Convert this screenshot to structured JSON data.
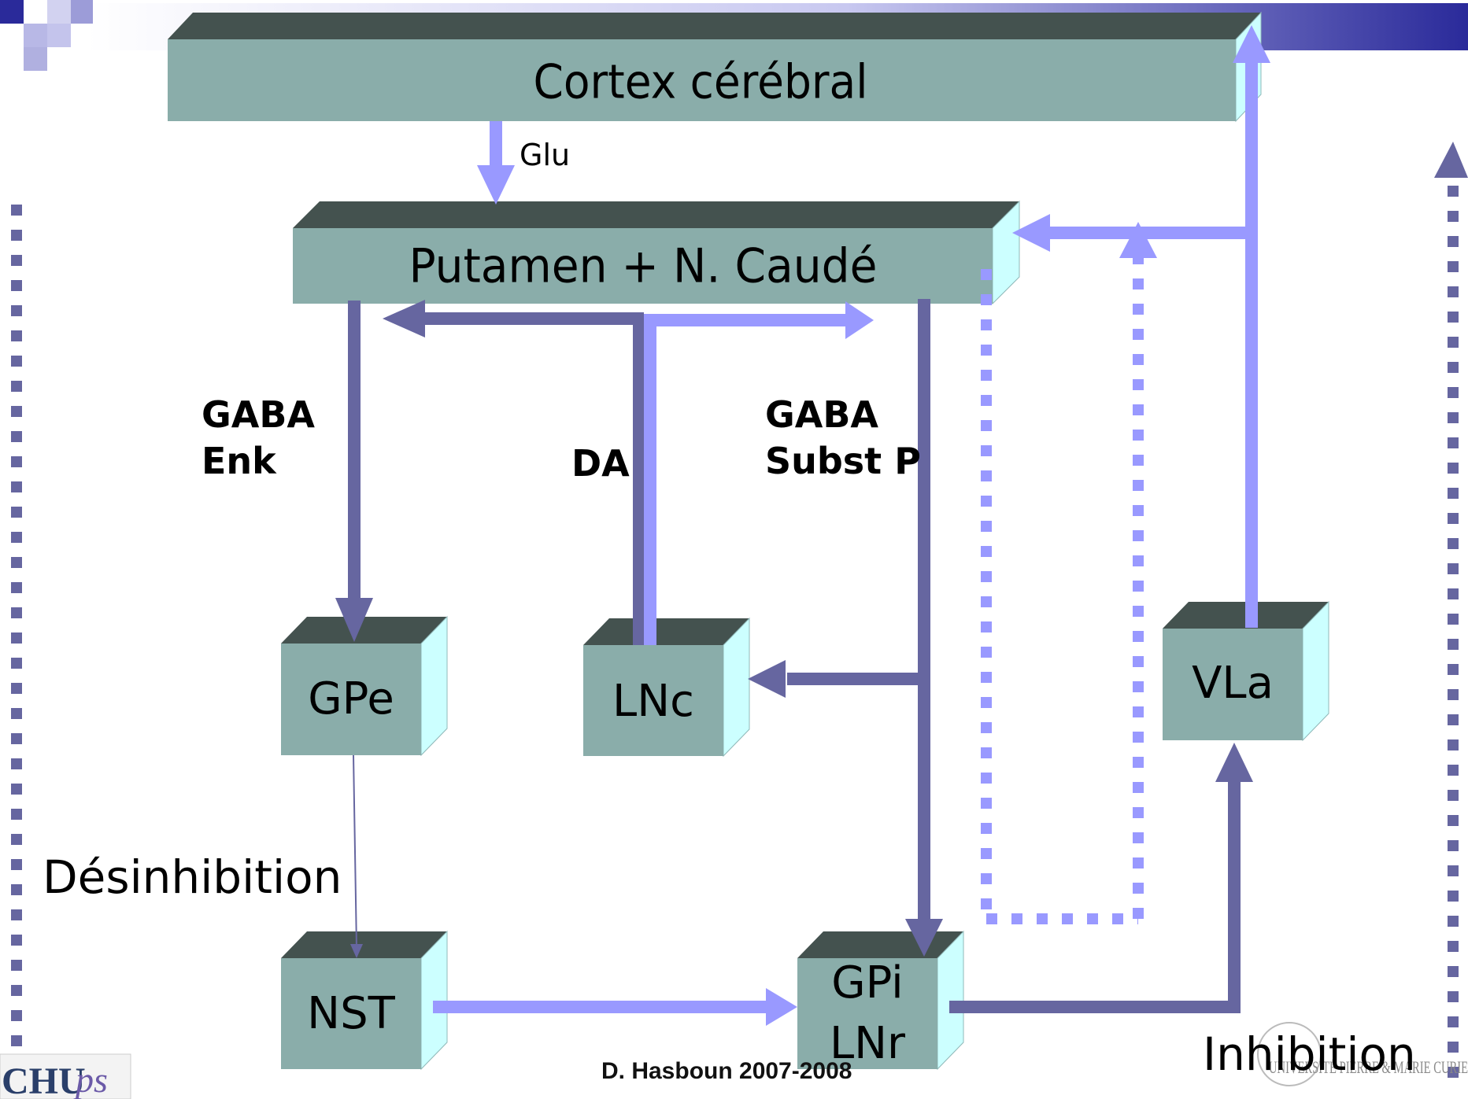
{
  "boxes": {
    "cortex": "Cortex cérébral",
    "striatum": "Putamen + N. Caudé",
    "gpe": "GPe",
    "lnc": "LNc",
    "vla": "VLa",
    "nst": "NST",
    "gpi_line1": "GPi",
    "gpi_line2": "LNr"
  },
  "pathway_labels": {
    "glu": "Glu",
    "gaba_enk_1": "GABA",
    "gaba_enk_2": "Enk",
    "da": "DA",
    "gaba_substp_1": "GABA",
    "gaba_substp_2": "Subst P"
  },
  "side_labels": {
    "left": "Désinhibition",
    "right": "Inhibition"
  },
  "footer": {
    "author": "D. Hasboun 2007-2008",
    "logo_left_1": "CHU",
    "logo_left_2": "ps",
    "logo_right": "UNIVERSITÉ PIERRE & MARIE CURIE"
  },
  "colors": {
    "box_front": "#8AADAA",
    "box_top": "#44524F",
    "box_side": "#CCFFFF",
    "arrow_light": "#9999FF",
    "arrow_dark": "#6666A0",
    "banner_blue": "#3030A0"
  }
}
